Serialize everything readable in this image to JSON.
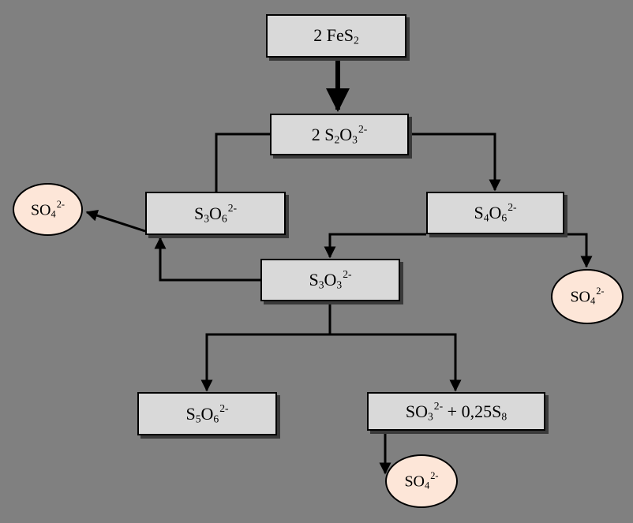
{
  "nodes": {
    "fes2": {
      "prefix": "2 FeS",
      "sub1": "2"
    },
    "s2o3": {
      "prefix": "2 S",
      "sub1": "2",
      "mid": "O",
      "sub2": "3",
      "charge": "2-"
    },
    "s3o6": {
      "prefix": "S",
      "sub1": "3",
      "mid": "O",
      "sub2": "6",
      "charge": "2-"
    },
    "s4o6": {
      "prefix": "S",
      "sub1": "4",
      "mid": "O",
      "sub2": "6",
      "charge": "2-"
    },
    "s3o3": {
      "prefix": "S",
      "sub1": "3",
      "mid": "O",
      "sub2": "3",
      "charge": "2-"
    },
    "s5o6": {
      "prefix": "S",
      "sub1": "5",
      "mid": "O",
      "sub2": "6",
      "charge": "2-"
    },
    "so3_s8": {
      "prefix": "SO",
      "sub1": "3",
      "charge": "2-",
      "rest": " + 0,25S",
      "sub2": "8"
    },
    "so4_left": {
      "prefix": "SO",
      "sub1": "4",
      "charge": "2-"
    },
    "so4_right": {
      "prefix": "SO",
      "sub1": "4",
      "charge": "2-"
    },
    "so4_bottom": {
      "prefix": "SO",
      "sub1": "4",
      "charge": "2-"
    }
  },
  "colors": {
    "background": "#808080",
    "box_fill": "#d9d9d9",
    "ellipse_fill": "#fde6d8",
    "line": "#000000"
  }
}
